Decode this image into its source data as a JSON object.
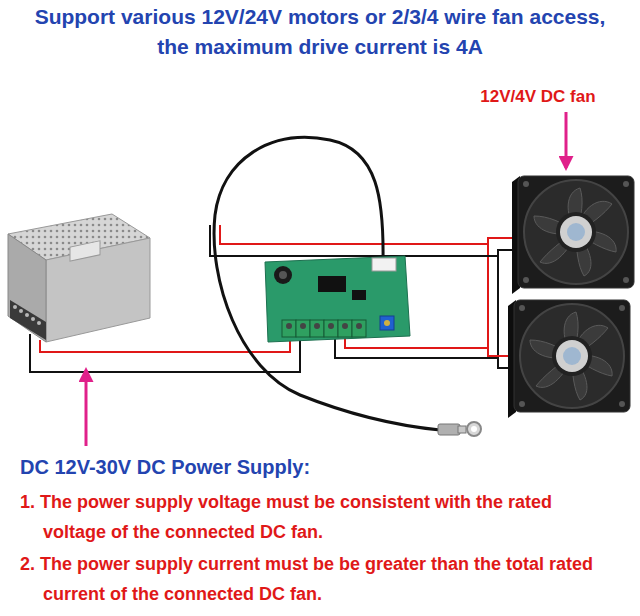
{
  "diagram": {
    "title": "Support various 12V/24V motors or 2/3/4 wire fan access, the maximum drive current is 4A",
    "labels": [
      "12V/4V DC fan",
      "DC 12V-30V DC Power Supply:",
      "1. The power supply voltage must be consistent with the rated voltage of the connected DC fan.",
      "2. The power supply current must be be greater than the total rated current of the connected DC fan."
    ]
  }
}
